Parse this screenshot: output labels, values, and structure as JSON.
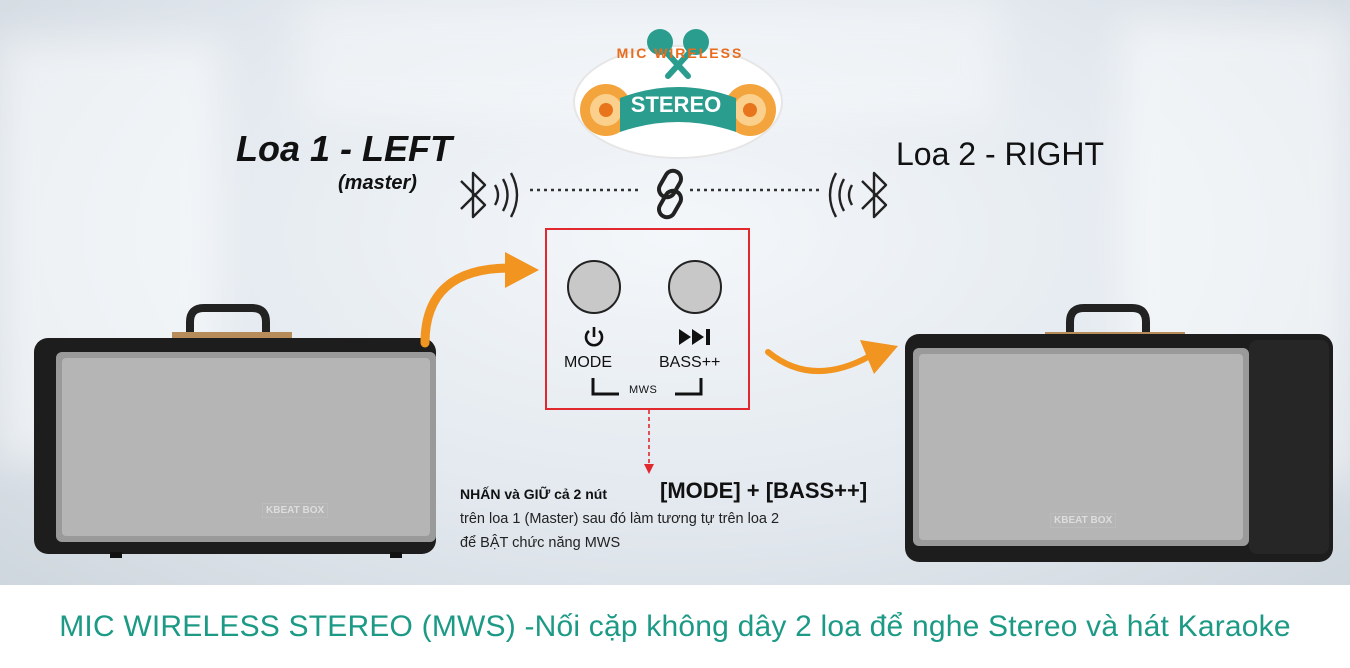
{
  "speaker_left": {
    "title": "Loa 1 - LEFT",
    "subtitle": "(master)",
    "brand": "KBEAT BOX"
  },
  "speaker_right": {
    "title": "Loa 2 - RIGHT",
    "brand": "KBEAT BOX"
  },
  "logo": {
    "arc_text": "MIC WIRELESS",
    "main_text": "STEREO"
  },
  "panel": {
    "mode_label": "MODE",
    "bass_label": "BASS++",
    "mws_label": "MWS"
  },
  "instructions": {
    "line1": "NHẤN và GIỮ cả 2 nút",
    "combo": "[MODE] + [BASS++]",
    "line2": "trên loa 1 (Master) sau đó làm tương tự trên loa 2",
    "line3": "để BẬT chức năng MWS"
  },
  "footer": {
    "text": "MIC WIRELESS STEREO (MWS) -Nối cặp không dây 2 loa để nghe Stereo và hát Karaoke"
  },
  "colors": {
    "accent_teal": "#1c9a86",
    "accent_orange": "#f29420",
    "panel_border": "#e0282e"
  },
  "icons": [
    "bluetooth-icon",
    "link-chain-icon",
    "power-icon",
    "play-next-icon",
    "microphone-icon"
  ]
}
